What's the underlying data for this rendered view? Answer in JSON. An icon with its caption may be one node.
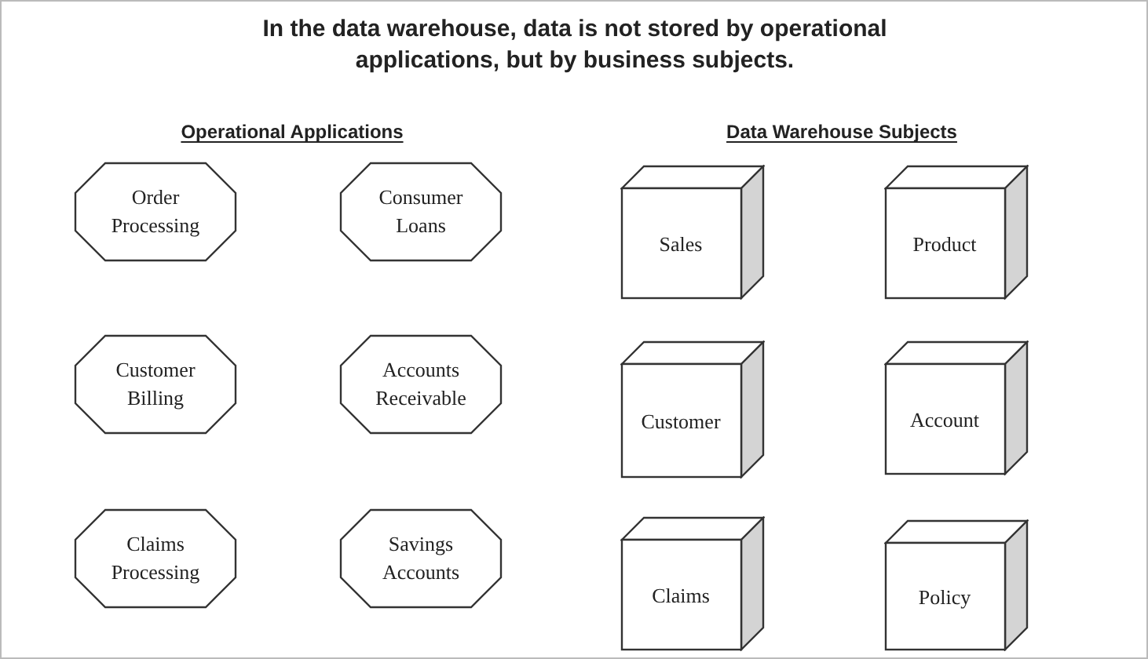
{
  "diagram": {
    "title": "In the data warehouse, data is not stored by operational applications, but by business subjects.",
    "nodes": [
      {
        "text": [
          "Order Processing"
        ]
      },
      {
        "text": [
          "Consumer Loans"
        ]
      },
      {
        "text": [
          "Customer Billing"
        ]
      },
      {
        "text": [
          "Accounts Receivable"
        ]
      },
      {
        "text": [
          "Claims Processing"
        ]
      },
      {
        "text": [
          "Savings Accounts"
        ]
      },
      {
        "text": [
          "Sales"
        ]
      },
      {
        "text": [
          "Product"
        ]
      },
      {
        "text": [
          "Customer"
        ]
      },
      {
        "text": [
          "Account"
        ]
      },
      {
        "text": [
          "Claims"
        ]
      },
      {
        "text": [
          "Policy"
        ]
      }
    ],
    "labels": [
      "Operational Applications",
      "Data Warehouse Subjects"
    ]
  }
}
